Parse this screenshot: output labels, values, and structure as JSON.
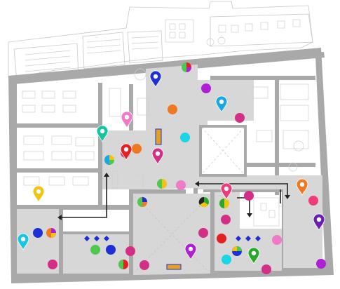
{
  "map": {
    "colors": {
      "wall": "#a9a9a9",
      "highlight": "#d7d7d7",
      "background": "#ffffff",
      "route": "#222222",
      "accent": "#e6a020"
    },
    "markers": [
      {
        "id": "pin-blue",
        "kind": "pin",
        "color": "#1f2fd6"
      },
      {
        "id": "pin-cyan-top",
        "kind": "pin",
        "color": "#19a7e6"
      },
      {
        "id": "pin-teal",
        "kind": "pin",
        "color": "#16c4a0"
      },
      {
        "id": "pin-pink",
        "kind": "pin",
        "color": "#f07ac8"
      },
      {
        "id": "pin-red",
        "kind": "pin",
        "color": "#e52020"
      },
      {
        "id": "pin-magenta",
        "kind": "pin",
        "color": "#d42f86"
      },
      {
        "id": "pin-yellow",
        "kind": "pin",
        "color": "#f1c40f"
      },
      {
        "id": "pin-orange",
        "kind": "pin",
        "color": "#f07820"
      },
      {
        "id": "pin-pink-right",
        "kind": "pin",
        "color": "#ee3b7a"
      },
      {
        "id": "pin-purple",
        "kind": "pin",
        "color": "#6b1fb0"
      },
      {
        "id": "pin-cyan-left",
        "kind": "pin",
        "color": "#17c6e0"
      },
      {
        "id": "pin-violet",
        "kind": "pin",
        "color": "#b01ed6"
      },
      {
        "id": "pin-green",
        "kind": "pin",
        "color": "#2aa82a"
      }
    ]
  }
}
